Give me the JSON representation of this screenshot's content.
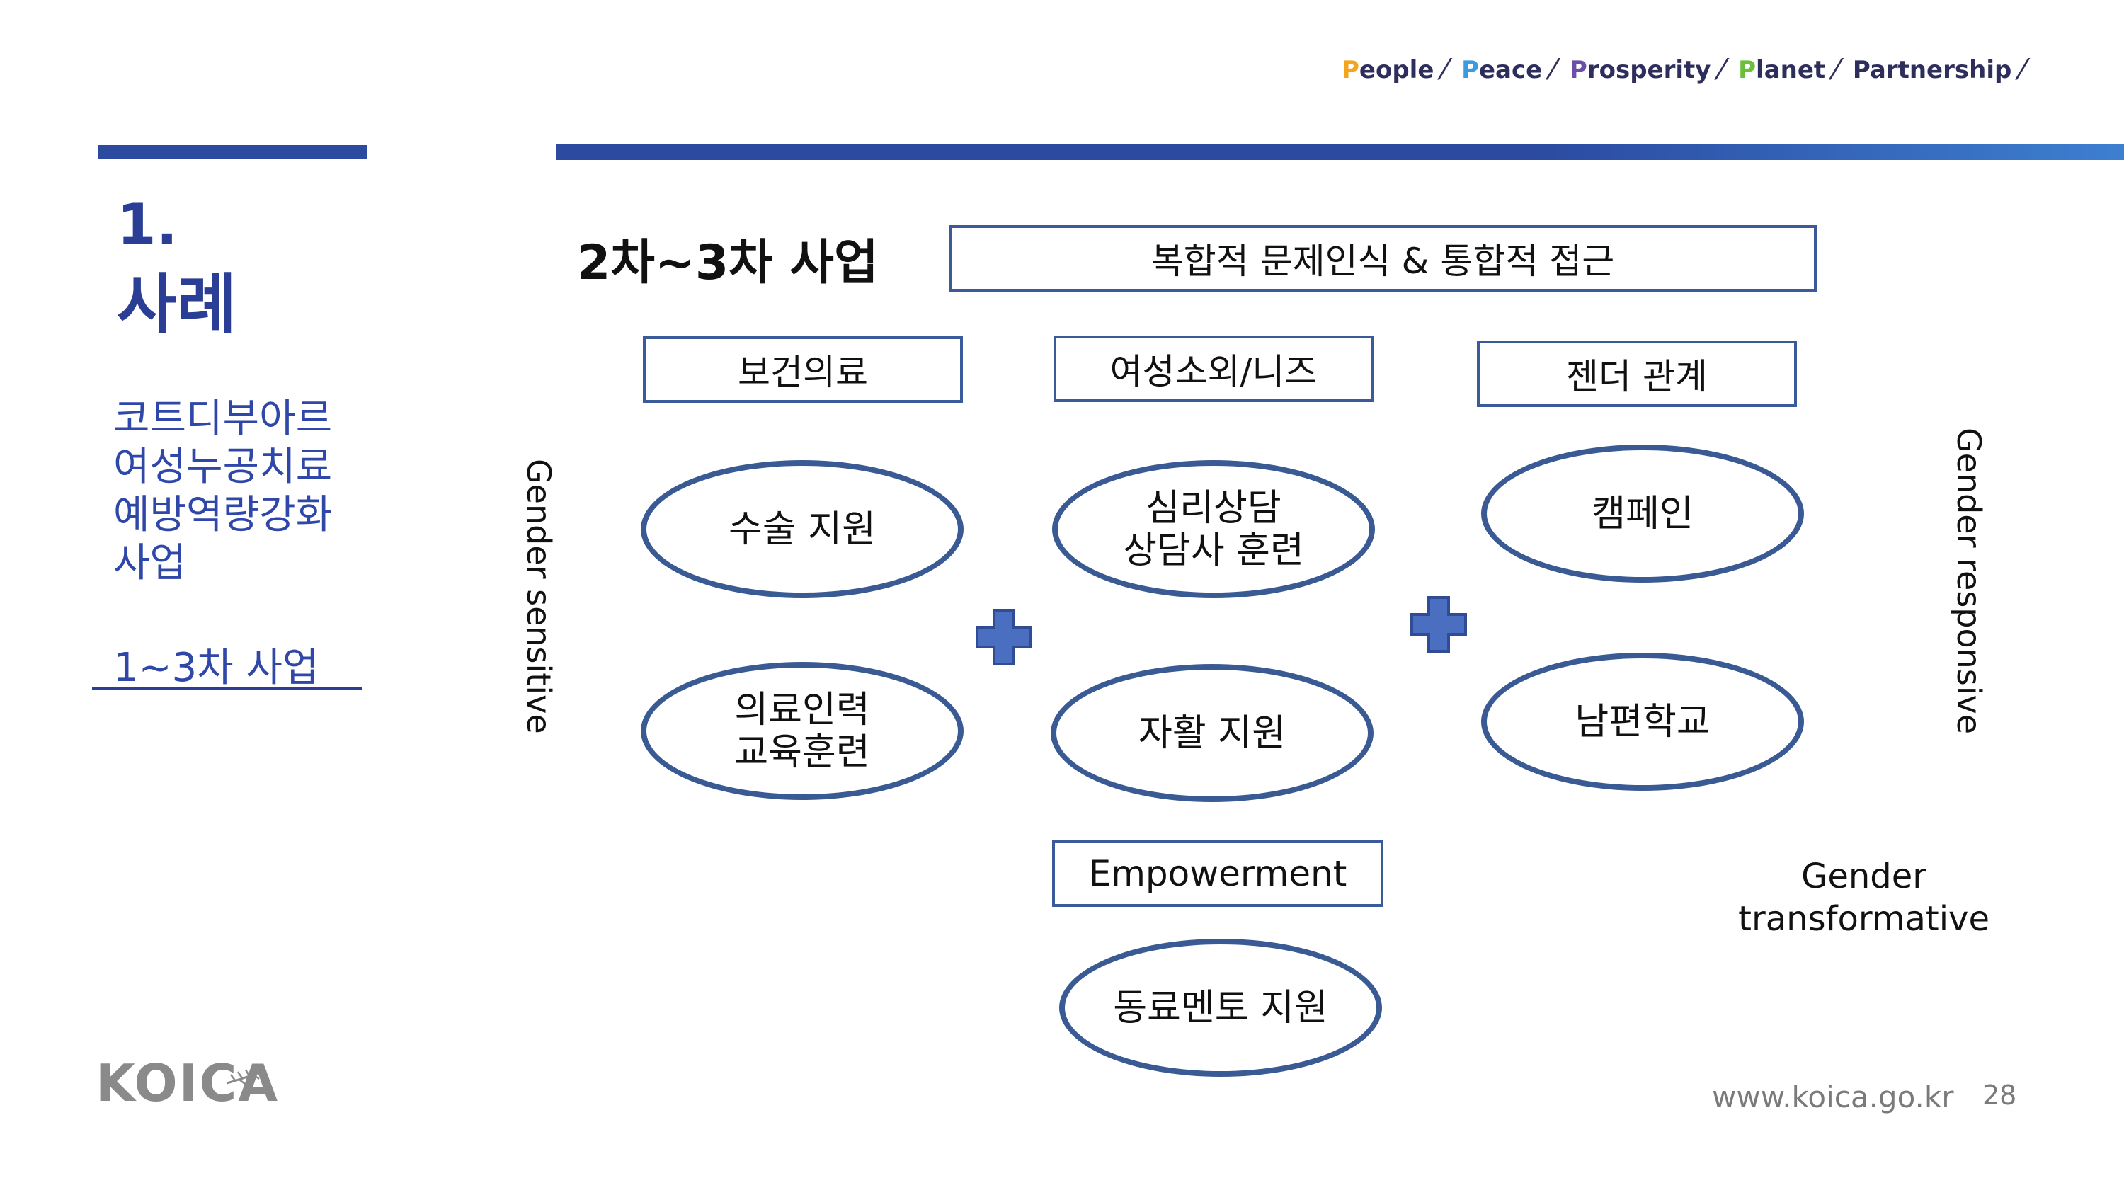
{
  "header": {
    "pillars": [
      {
        "text": "People",
        "first_color": "#f2a51f"
      },
      {
        "text": "Peace",
        "first_color": "#3c9be0"
      },
      {
        "text": "Prosperity",
        "first_color": "#6b4fa8"
      },
      {
        "text": "Planet",
        "first_color": "#6cbf3a"
      },
      {
        "text": "Partnership",
        "first_color": "#2e2e5c"
      }
    ]
  },
  "left": {
    "number": "1.",
    "title": "사례",
    "subtitle_lines": [
      "코트디부아르",
      "여성누공치료",
      "예방역량강화",
      "사업"
    ],
    "range": "1~3차 사업"
  },
  "main": {
    "title": "2차~3차 사업",
    "top_box": "복합적 문제인식 & 통합적 접근",
    "categories": [
      "보건의료",
      "여성소외/니즈",
      "젠더 관계"
    ],
    "health": [
      "수술 지원",
      "의료인력\n교육훈련"
    ],
    "women": [
      "심리상담\n상담사 훈련",
      "자활 지원"
    ],
    "gender": [
      "캠페인",
      "남편학교"
    ],
    "empowerment_box": "Empowerment",
    "empowerment_item": "동료멘토 지원",
    "label_left": "Gender sensitive",
    "label_right": "Gender responsive",
    "label_bottom": "Gender\ntransformative"
  },
  "colors": {
    "accent": "#2b3e96",
    "ellipse_border": "#3a5a94",
    "plus": "#4a6fc0"
  },
  "footer": {
    "logo": "KOICA",
    "url": "www.koica.go.kr",
    "page": "28"
  }
}
